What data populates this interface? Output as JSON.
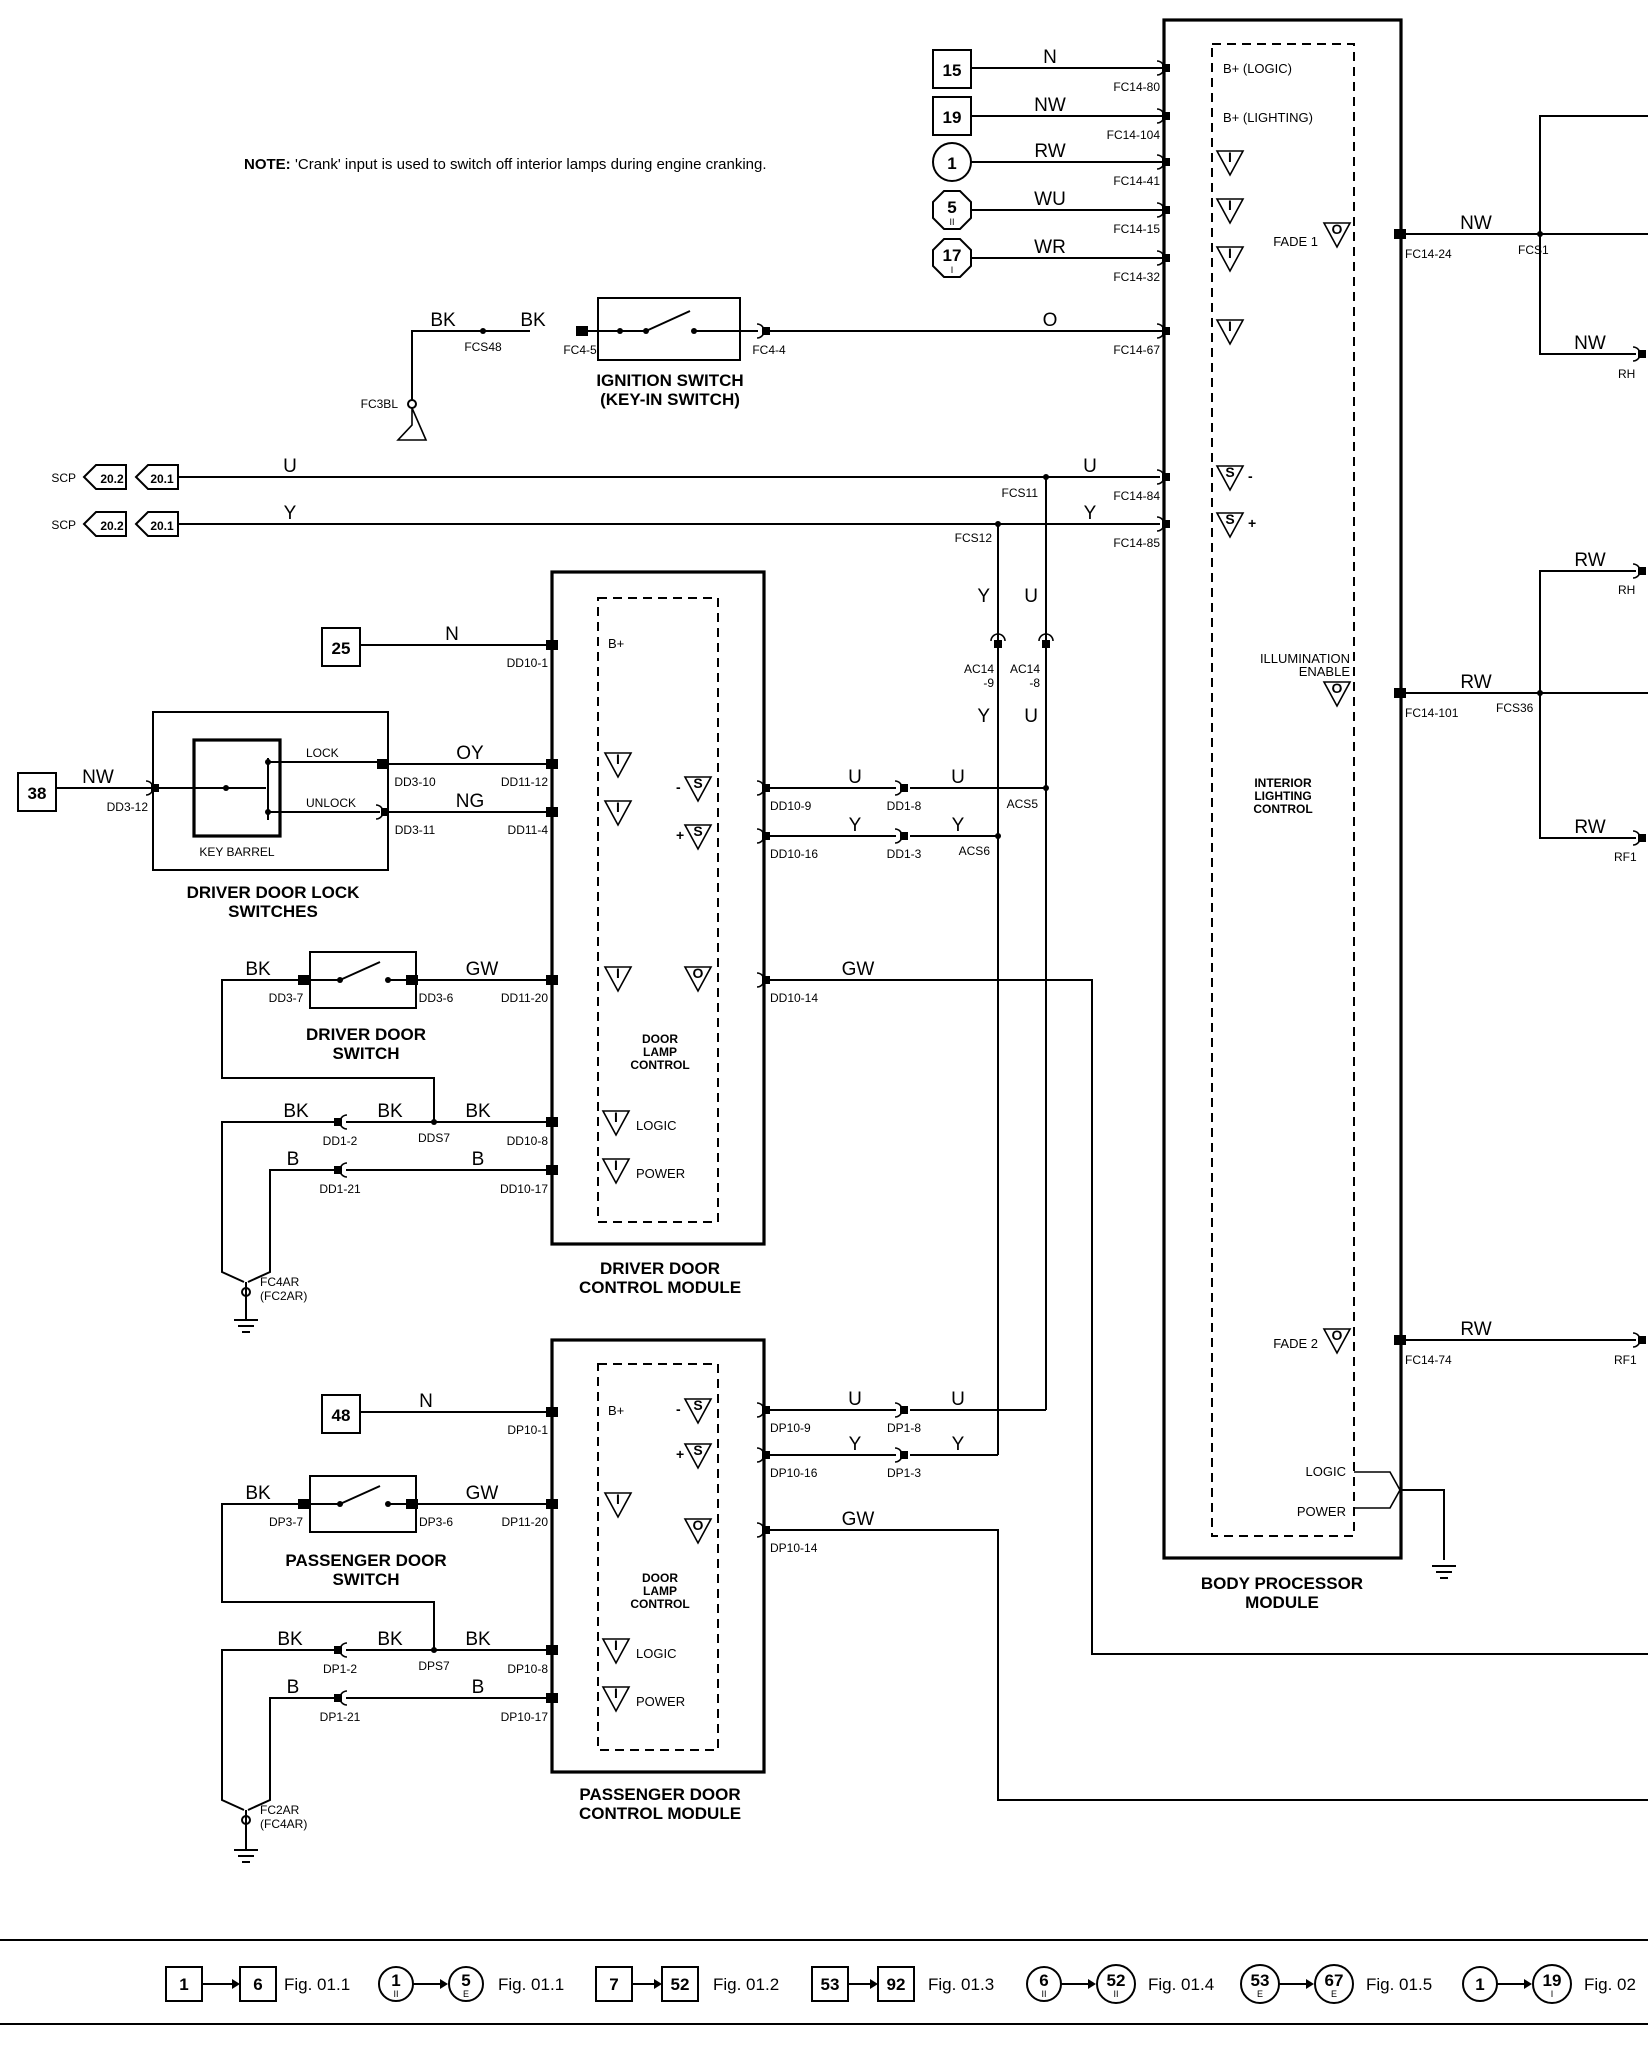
{
  "note": {
    "label": "NOTE:",
    "text": "'Crank' input is used to switch off interior lamps during engine cranking."
  },
  "refs": {
    "r15": "15",
    "r19": "19",
    "r25": "25",
    "r38": "38",
    "r48": "48",
    "c1": "1",
    "c5": "5",
    "c5sub": "II",
    "c17": "17",
    "c17sub": "I"
  },
  "scp": {
    "label": "SCP",
    "a": "20.2",
    "b": "20.1"
  },
  "wires": {
    "N": "N",
    "NW": "NW",
    "RW": "RW",
    "WU": "WU",
    "WR": "WR",
    "BK": "BK",
    "O": "O",
    "U": "U",
    "Y": "Y",
    "OY": "OY",
    "NG": "NG",
    "GW": "GW",
    "B": "B"
  },
  "pins": {
    "fc14_80": "FC14-80",
    "fc14_104": "FC14-104",
    "fc14_41": "FC14-41",
    "fc14_15": "FC14-15",
    "fc14_32": "FC14-32",
    "fc14_67": "FC14-67",
    "fc14_84": "FC14-84",
    "fc14_85": "FC14-85",
    "fc14_24": "FC14-24",
    "fc14_101": "FC14-101",
    "fc14_74": "FC14-74",
    "fcs1": "FCS1",
    "fcs36": "FCS36",
    "fcs48": "FCS48",
    "fcs11": "FCS11",
    "fcs12": "FCS12",
    "fc4_5": "FC4-5",
    "fc4_4": "FC4-4",
    "fc3bl": "FC3BL",
    "rh_a": "RH",
    "rh_b": "RH",
    "rf_a": "RF1",
    "rf_b": "RF1",
    "ac14_9a": "AC14",
    "ac14_9b": "-9",
    "ac14_8a": "AC14",
    "ac14_8b": "-8",
    "acs5": "ACS5",
    "acs6": "ACS6",
    "dd10_1": "DD10-1",
    "dd3_12": "DD3-12",
    "dd3_10": "DD3-10",
    "dd3_11": "DD3-11",
    "dd11_12": "DD11-12",
    "dd11_4": "DD11-4",
    "dd10_9": "DD10-9",
    "dd10_16": "DD10-16",
    "dd1_8": "DD1-8",
    "dd1_3": "DD1-3",
    "dd3_7": "DD3-7",
    "dd3_6": "DD3-6",
    "dd11_20": "DD11-20",
    "dd10_14": "DD10-14",
    "dd1_2": "DD1-2",
    "dds7": "DDS7",
    "dd10_8": "DD10-8",
    "dd1_21": "DD1-21",
    "dd10_17": "DD10-17",
    "fc4ar": "FC4AR",
    "fc2ar_p": "(FC2AR)",
    "dp10_1": "DP10-1",
    "dp10_9": "DP10-9",
    "dp1_8": "DP1-8",
    "dp10_16": "DP10-16",
    "dp1_3": "DP1-3",
    "dp3_7": "DP3-7",
    "dp3_6": "DP3-6",
    "dp11_20": "DP11-20",
    "dp10_14": "DP10-14",
    "dp1_2": "DP1-2",
    "dps7": "DPS7",
    "dp10_8": "DP10-8",
    "dp1_21": "DP1-21",
    "dp10_17": "DP10-17",
    "fc2ar": "FC2AR",
    "fc4ar_p": "(FC4AR)"
  },
  "bpm": {
    "title_1": "BODY PROCESSOR",
    "title_2": "MODULE",
    "b_logic": "B+ (LOGIC)",
    "b_lighting": "B+ (LIGHTING)",
    "fade1": "FADE 1",
    "fade2": "FADE 2",
    "illum_1": "ILLUMINATION",
    "illum_2": "ENABLE",
    "ctl_1": "INTERIOR",
    "ctl_2": "LIGHTING",
    "ctl_3": "CONTROL",
    "logic": "LOGIC",
    "power": "POWER"
  },
  "ign": {
    "title_1": "IGNITION SWITCH",
    "title_2": "(KEY-IN SWITCH)"
  },
  "lock": {
    "barrel": "KEY BARREL",
    "lock": "LOCK",
    "unlock": "UNLOCK",
    "title_1": "DRIVER DOOR LOCK",
    "title_2": "SWITCHES"
  },
  "ddsw": {
    "title_1": "DRIVER DOOR",
    "title_2": "SWITCH"
  },
  "pdsw": {
    "title_1": "PASSENGER DOOR",
    "title_2": "SWITCH"
  },
  "ddcm": {
    "title_1": "DRIVER DOOR",
    "title_2": "CONTROL MODULE",
    "bplus": "B+",
    "ctl_1": "DOOR",
    "ctl_2": "LAMP",
    "ctl_3": "CONTROL",
    "logic": "LOGIC",
    "power": "POWER"
  },
  "pdcm": {
    "title_1": "PASSENGER DOOR",
    "title_2": "CONTROL MODULE",
    "bplus": "B+",
    "ctl_1": "DOOR",
    "ctl_2": "LAMP",
    "ctl_3": "CONTROL",
    "logic": "LOGIC",
    "power": "POWER"
  },
  "symbols": {
    "i": "I",
    "o": "O",
    "s": "S",
    "minus": "-",
    "plus": "+"
  },
  "legend": [
    {
      "from": "1",
      "to": "6",
      "fig": "Fig. 01.1"
    },
    {
      "from": "1",
      "from_sub": "II",
      "to": "5",
      "to_sub": "E",
      "fig": "Fig. 01.1"
    },
    {
      "from": "7",
      "to": "52",
      "fig": "Fig. 01.2"
    },
    {
      "from": "53",
      "to": "92",
      "fig": "Fig. 01.3"
    },
    {
      "from": "6",
      "from_sub": "II",
      "to": "52",
      "to_sub": "II",
      "fig": "Fig. 01.4"
    },
    {
      "from": "53",
      "from_sub": "E",
      "to": "67",
      "to_sub": "E",
      "fig": "Fig. 01.5"
    },
    {
      "from": "1",
      "to": "19",
      "to_sub": "I",
      "fig": "Fig. 02"
    }
  ]
}
